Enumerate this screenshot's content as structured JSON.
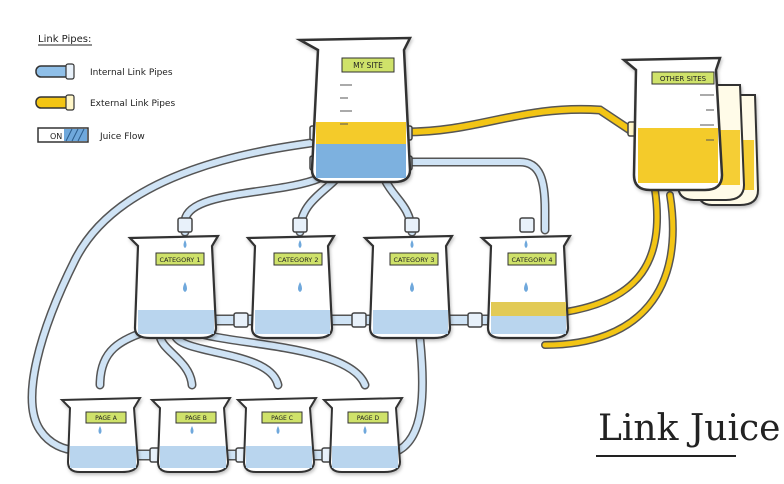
{
  "legend": {
    "title": "Link Pipes:",
    "internal_label": "Internal Link Pipes",
    "external_label": "External Link Pipes",
    "toggle_label": "ON",
    "flow_label": "Juice Flow"
  },
  "beakers": {
    "main_label": "MY SITE",
    "other_label": "OTHER SITES",
    "categories": [
      "CATEGORY 1",
      "CATEGORY 2",
      "CATEGORY 3",
      "CATEGORY 4"
    ],
    "pages": [
      "PAGE A",
      "PAGE B",
      "PAGE C",
      "PAGE D"
    ]
  },
  "title": "Link Juice",
  "colors": {
    "internal": "#8fbfe8",
    "internal_fill": "#6fa8dc",
    "external": "#f3c514",
    "label_bg": "#cfe26a",
    "outline": "#333333"
  }
}
